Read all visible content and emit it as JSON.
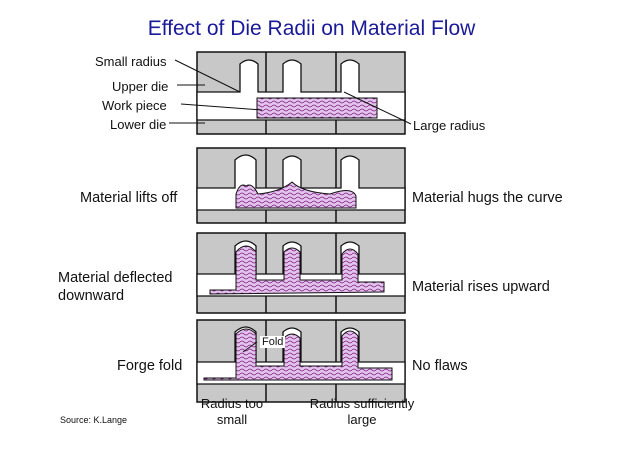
{
  "title": "Effect of Die Radii on Material Flow",
  "legend_left": {
    "small_radius": "Small radius",
    "upper_die": "Upper die",
    "work_piece": "Work piece",
    "lower_die": "Lower die"
  },
  "legend_right": {
    "large_radius": "Large radius"
  },
  "rows": [
    {
      "left": "Material lifts off",
      "right": "Material hugs the curve"
    },
    {
      "left": "Material deflected downward",
      "right": "Material rises upward"
    },
    {
      "left": "Forge fold",
      "right": "No flaws"
    }
  ],
  "fold_label": "Fold",
  "captions": {
    "small": "Radius too small",
    "large": "Radius sufficiently large"
  },
  "source": "Source: K.Lange",
  "colors": {
    "title": "#1a1a99",
    "die": "#c8c8c8",
    "workpiece": "#d9b3e6",
    "flowline": "#7a1f7a"
  }
}
